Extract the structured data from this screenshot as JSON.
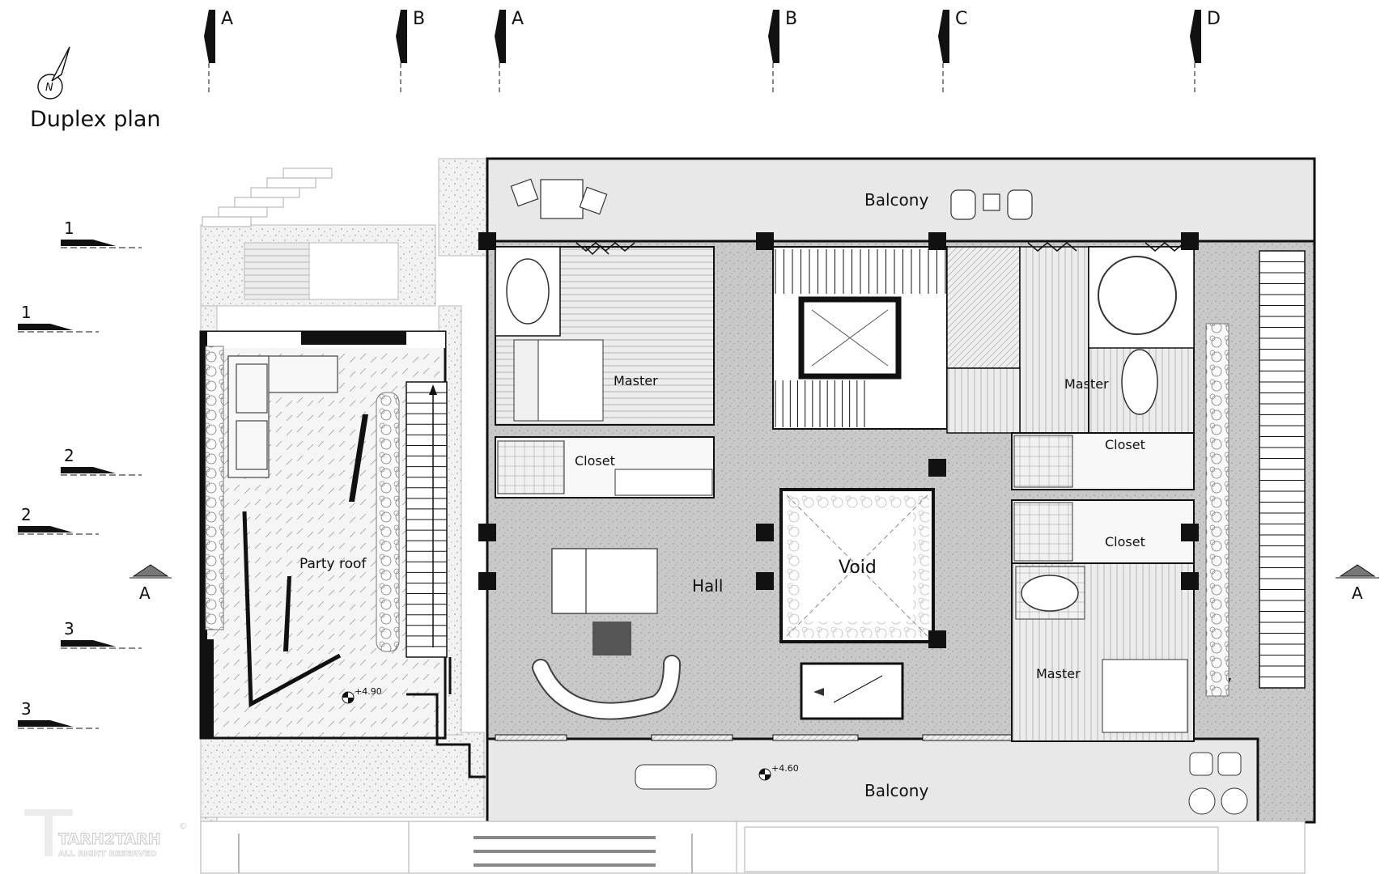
{
  "title": "Duplex plan",
  "section_markers_top": [
    "A",
    "B",
    "A",
    "B",
    "C",
    "D"
  ],
  "section_markers_left": [
    "1",
    "1",
    "2",
    "2",
    "3",
    "3"
  ],
  "section_markers_side": [
    "A",
    "A"
  ],
  "rooms": {
    "balcony_top": "Balcony",
    "balcony_bottom": "Balcony",
    "master_1": "Master",
    "master_2": "Master",
    "master_3": "Master",
    "closet_1": "Closet",
    "closet_2": "Closet",
    "closet_3": "Closet",
    "hall": "Hall",
    "void": "Void",
    "party_roof": "Party roof"
  },
  "levels": {
    "party_roof": "+4.90",
    "balcony": "+4.60"
  },
  "watermark": {
    "brand": "TARH2TARH",
    "rights": "ALL RIGHT RESERVED",
    "mark": "©"
  },
  "compass_letter": "N",
  "colors": {
    "line": "#111111",
    "hatch": "#9a9a9a",
    "fill_light": "#e8e8e8",
    "fill_dark": "#555555"
  }
}
